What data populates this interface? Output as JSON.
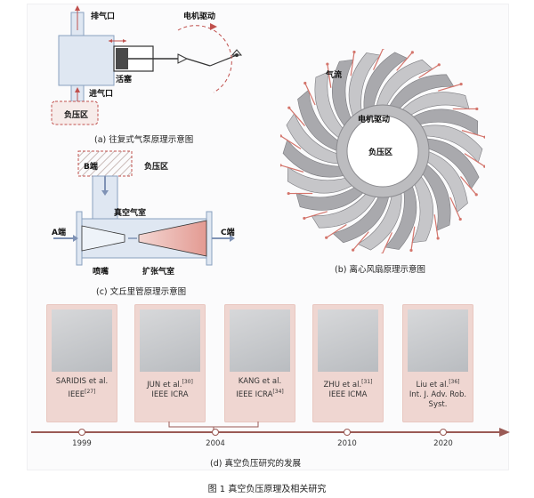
{
  "panel_a": {
    "exhaust": "排气口",
    "motor": "电机驱动",
    "piston": "活塞",
    "intake": "进气口",
    "negative_zone": "负压区",
    "caption": "(a) 往复式气泵原理示意图"
  },
  "panel_b": {
    "airflow": "气流",
    "motor": "电机驱动",
    "negative_zone": "负压区",
    "caption": "(b) 离心风扇原理示意图"
  },
  "panel_c": {
    "b_end": "B端",
    "negative_zone": "负压区",
    "vacuum_chamber": "真空气室",
    "a_end": "A端",
    "c_end": "C端",
    "nozzle": "喷嘴",
    "diffuser": "扩张气室",
    "caption": "(c) 文丘里管原理示意图"
  },
  "panel_d": {
    "caption": "(d) 真空负压研究的发展",
    "cards": [
      {
        "line1": "SARIDIS et al.",
        "line2": "IEEE",
        "ref": "[27]",
        "line3": ""
      },
      {
        "line1": "JUN et al.",
        "line1_ref": "[30]",
        "line2": "IEEE ICRA",
        "ref": "",
        "line3": ""
      },
      {
        "line1": "KANG et al.",
        "line2": "IEEE ICRA",
        "ref": "[34]",
        "line3": ""
      },
      {
        "line1": "ZHU et al.",
        "line1_ref": "[31]",
        "line2": "IEEE ICMA",
        "ref": "",
        "line3": ""
      },
      {
        "line1": "Liu et al.",
        "line1_ref": "[36]",
        "line2": "Int. J. Adv. Rob.",
        "ref": "",
        "line3": "Syst."
      }
    ],
    "years": [
      "1999",
      "2004",
      "2010",
      "2020"
    ]
  },
  "figure_caption": "图 1 真空负压原理及相关研究"
}
